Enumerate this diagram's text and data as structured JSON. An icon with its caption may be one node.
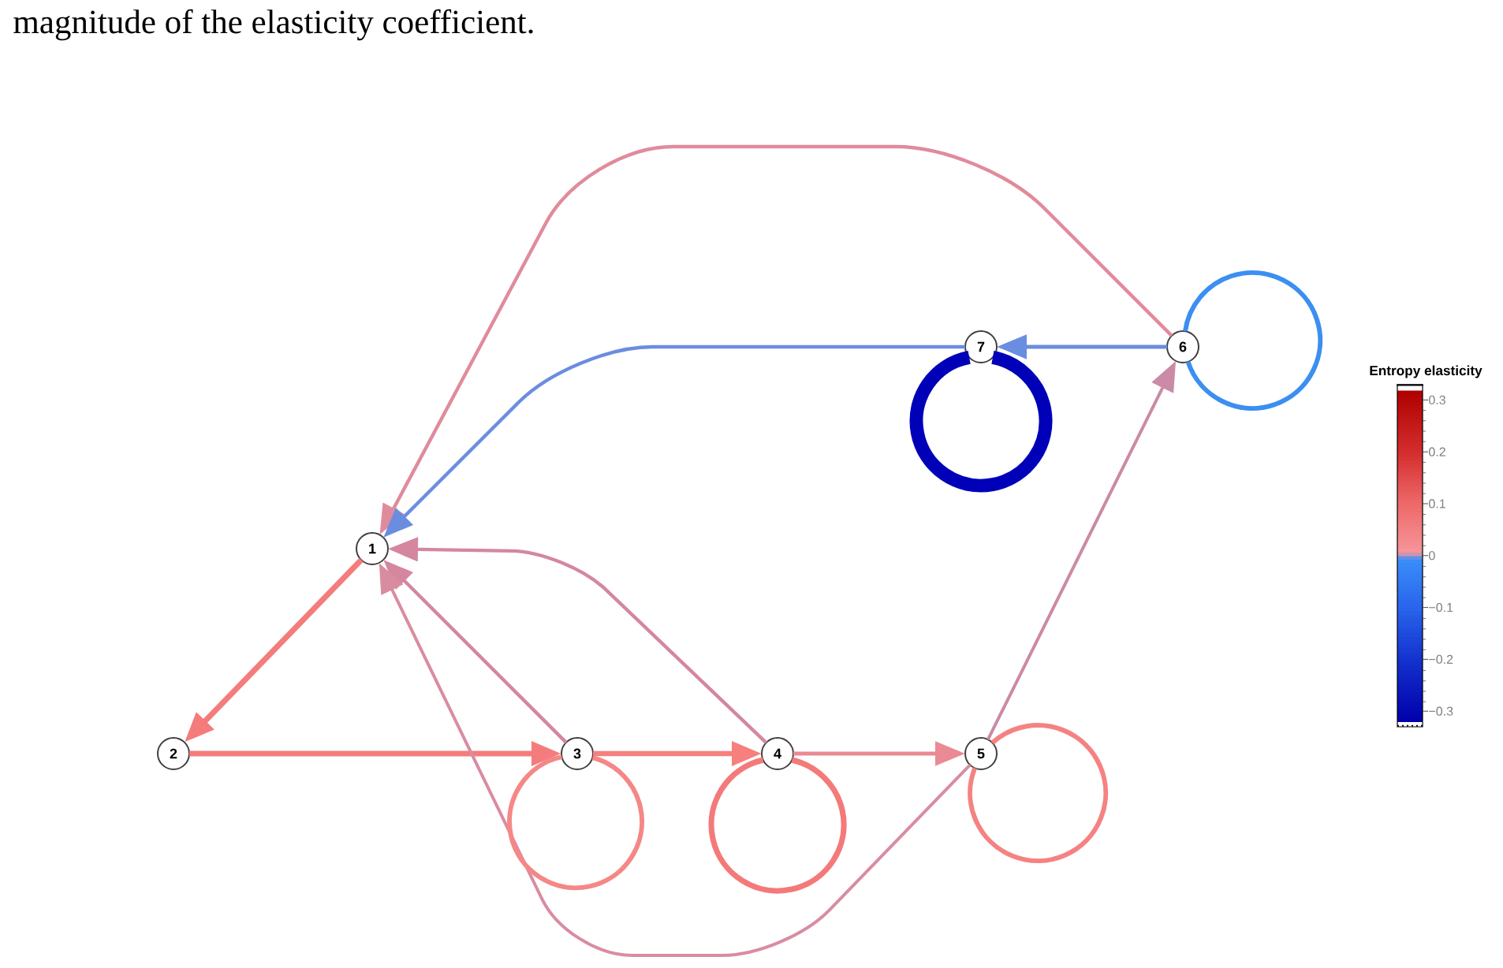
{
  "diagram": {
    "caption": "magnitude of the elasticity coefficient.",
    "nodes": [
      {
        "text": [
          "1"
        ]
      },
      {
        "text": [
          "2"
        ]
      },
      {
        "text": [
          "3"
        ]
      },
      {
        "text": [
          "4"
        ]
      },
      {
        "text": [
          "5"
        ]
      },
      {
        "text": [
          "6"
        ]
      },
      {
        "text": [
          "7"
        ]
      }
    ],
    "edges": [
      {
        "from": 0,
        "to": 1,
        "arrow": "to",
        "color": "#f47c7c"
      },
      {
        "from": 1,
        "to": 2,
        "arrow": "to",
        "color": "#f47c7c"
      },
      {
        "from": 2,
        "to": 3,
        "arrow": "to",
        "color": "#f5807e"
      },
      {
        "from": 3,
        "to": 4,
        "arrow": "to",
        "color": "#ea8a94"
      },
      {
        "from": 2,
        "to": 0,
        "arrow": "to",
        "color": "#d4879f"
      },
      {
        "from": 3,
        "to": 0,
        "arrow": "to",
        "color": "#d4879f"
      },
      {
        "from": 4,
        "to": 0,
        "arrow": "to",
        "color": "#d98ca0"
      },
      {
        "from": 4,
        "to": 5,
        "arrow": "to",
        "color": "#cb8aa6"
      },
      {
        "from": 5,
        "to": 0,
        "arrow": "to",
        "color": "#e08b9c"
      },
      {
        "from": 5,
        "to": 6,
        "arrow": "to",
        "color": "#6b8de0"
      },
      {
        "from": 6,
        "to": 0,
        "arrow": "to",
        "color": "#6b8de0"
      },
      {
        "from": 2,
        "to": 2,
        "arrow": "none",
        "color": "#f58787"
      },
      {
        "from": 3,
        "to": 3,
        "arrow": "none",
        "color": "#f47a7a"
      },
      {
        "from": 4,
        "to": 4,
        "arrow": "none",
        "color": "#f58282"
      },
      {
        "from": 5,
        "to": 5,
        "arrow": "none",
        "color": "#3b8ff0"
      },
      {
        "from": 6,
        "to": 6,
        "arrow": "none",
        "style": "thick",
        "color": "#0000b8"
      }
    ],
    "labels": [
      "Entropy elasticity",
      "0.3",
      "0.2",
      "0.1",
      "0",
      "−0.1",
      "−0.2",
      "−0.3"
    ]
  }
}
